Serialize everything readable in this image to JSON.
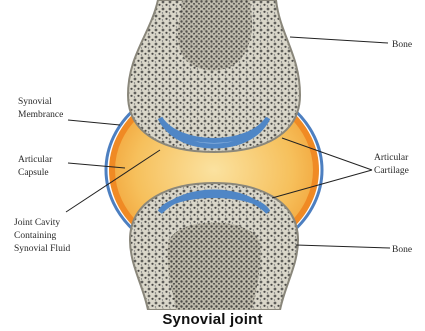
{
  "diagram": {
    "labels": {
      "bone_top": "Bone",
      "synovial_membrane_line1": "Synovial",
      "synovial_membrane_line2": "Membrance",
      "articular_capsule_line1": "Articular",
      "articular_capsule_line2": "Capsule",
      "joint_cavity_line1": "Joint Cavity",
      "joint_cavity_line2": "Containing",
      "joint_cavity_line3": "Synovial Fluid",
      "articular_cartilage_line1": "Articular",
      "articular_cartilage_line2": "Cartilage",
      "bone_bottom": "Bone"
    },
    "colors": {
      "cavity_fill": "#f6c05c",
      "capsule": "#f08a24",
      "membrane": "#4d7fc0",
      "cartilage": "#4f86c6",
      "bone": "#c9c5b4",
      "marrow": "#6b6b68"
    }
  },
  "caption": "Synovial joint"
}
